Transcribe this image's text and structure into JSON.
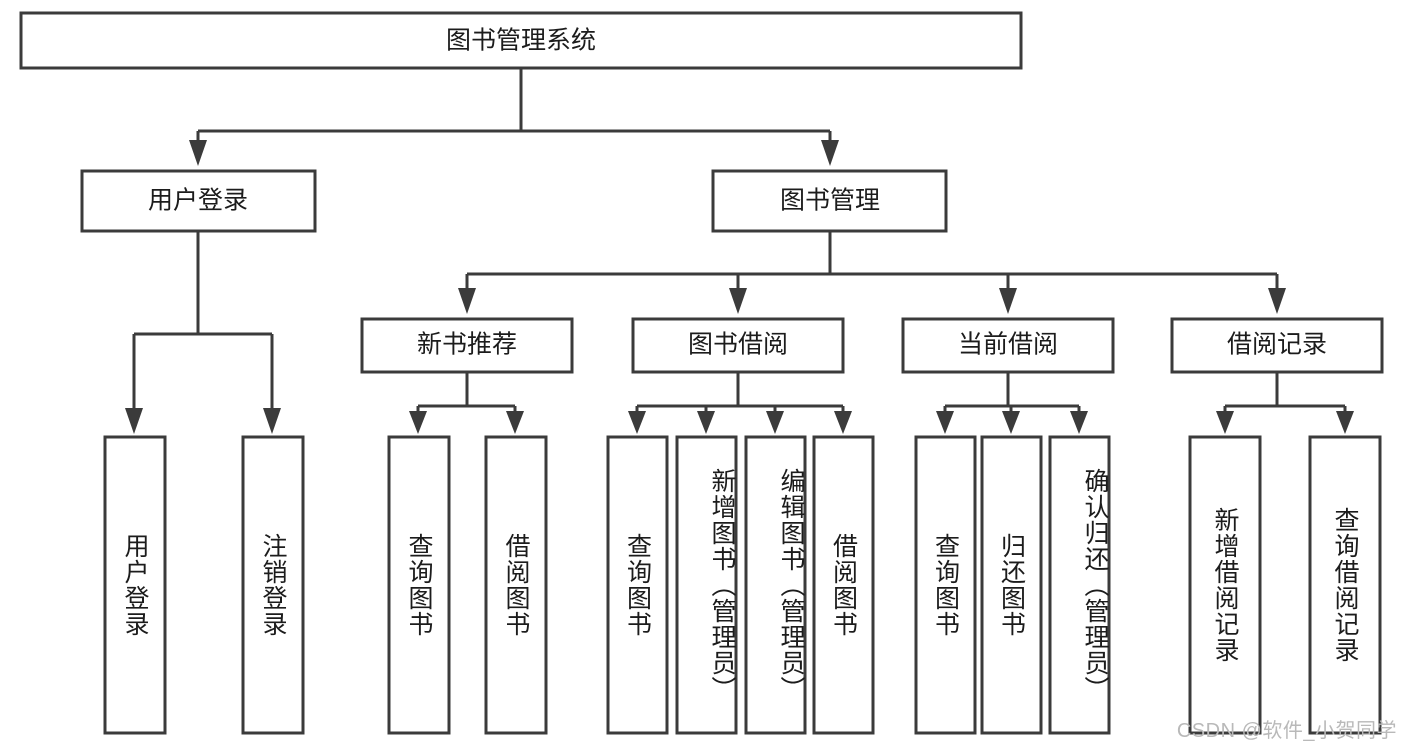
{
  "diagram": {
    "type": "tree-hierarchy-chart",
    "title_node": {
      "label": "图书管理系统"
    },
    "level2": [
      {
        "id": "user-login",
        "label": "用户登录"
      },
      {
        "id": "book-management",
        "label": "图书管理"
      }
    ],
    "level3": [
      {
        "id": "new-book-recommend",
        "label": "新书推荐"
      },
      {
        "id": "book-borrow",
        "label": "图书借阅"
      },
      {
        "id": "current-borrow",
        "label": "当前借阅"
      },
      {
        "id": "borrow-record",
        "label": "借阅记录"
      }
    ],
    "leaves": [
      {
        "id": "leaf-user-login",
        "label": "用户登录",
        "parent": "user-login"
      },
      {
        "id": "leaf-logout-login",
        "label": "注销登录",
        "parent": "user-login"
      },
      {
        "id": "leaf-query-book-1",
        "label": "查询图书",
        "parent": "new-book-recommend"
      },
      {
        "id": "leaf-borrow-book-1",
        "label": "借阅图书",
        "parent": "new-book-recommend"
      },
      {
        "id": "leaf-query-book-2",
        "label": "查询图书",
        "parent": "book-borrow"
      },
      {
        "id": "leaf-add-book",
        "label": "新增图书（管理员）",
        "parent": "book-borrow"
      },
      {
        "id": "leaf-edit-book",
        "label": "编辑图书（管理员）",
        "parent": "book-borrow"
      },
      {
        "id": "leaf-borrow-book-2",
        "label": "借阅图书",
        "parent": "book-borrow"
      },
      {
        "id": "leaf-query-book-3",
        "label": "查询图书",
        "parent": "current-borrow"
      },
      {
        "id": "leaf-return-book",
        "label": "归还图书",
        "parent": "current-borrow"
      },
      {
        "id": "leaf-confirm-return",
        "label": "确认归还（管理员）",
        "parent": "current-borrow"
      },
      {
        "id": "leaf-add-record",
        "label": "新增借阅记录",
        "parent": "borrow-record"
      },
      {
        "id": "leaf-query-record",
        "label": "查询借阅记录",
        "parent": "borrow-record"
      }
    ],
    "colors": {
      "box_stroke": "#3b3b3b",
      "box_fill": "#ffffff",
      "text": "#1c1c1c",
      "background": "#ffffff",
      "watermark": "#b9b9b9"
    }
  },
  "watermark": {
    "text": "CSDN @软件_小贺同学"
  }
}
